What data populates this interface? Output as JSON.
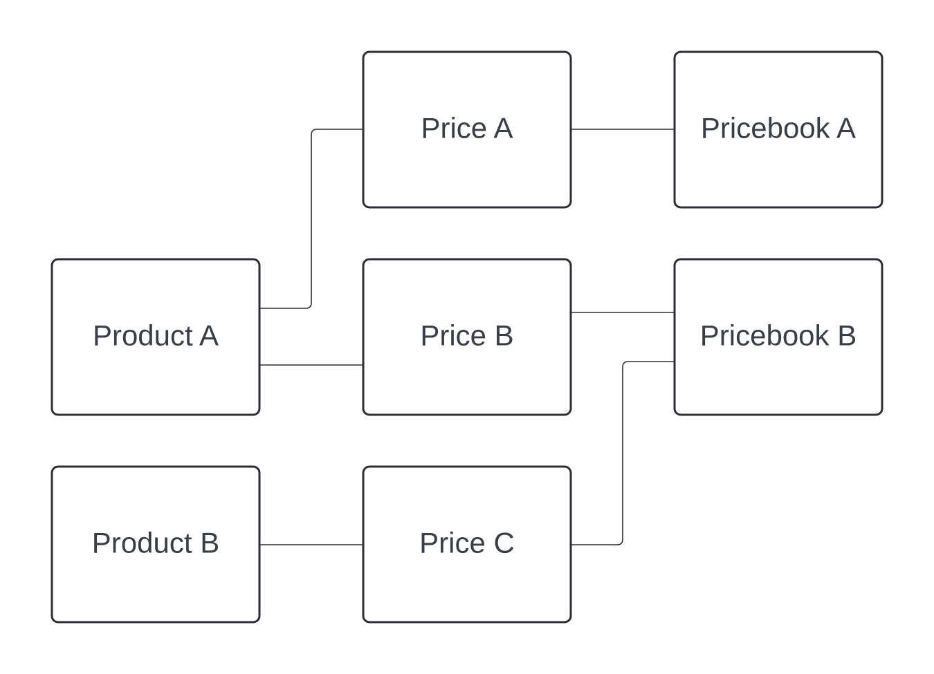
{
  "diagram": {
    "nodes": [
      {
        "id": "product-a",
        "label": "Product A"
      },
      {
        "id": "product-b",
        "label": "Product B"
      },
      {
        "id": "price-a",
        "label": "Price A"
      },
      {
        "id": "price-b",
        "label": "Price B"
      },
      {
        "id": "price-c",
        "label": "Price C"
      },
      {
        "id": "pricebook-a",
        "label": "Pricebook A"
      },
      {
        "id": "pricebook-b",
        "label": "Pricebook B"
      }
    ],
    "edges": [
      {
        "from": "product-a",
        "to": "price-a"
      },
      {
        "from": "product-a",
        "to": "price-b"
      },
      {
        "from": "product-b",
        "to": "price-c"
      },
      {
        "from": "price-a",
        "to": "pricebook-a"
      },
      {
        "from": "price-b",
        "to": "pricebook-b"
      },
      {
        "from": "price-c",
        "to": "pricebook-b"
      }
    ]
  }
}
